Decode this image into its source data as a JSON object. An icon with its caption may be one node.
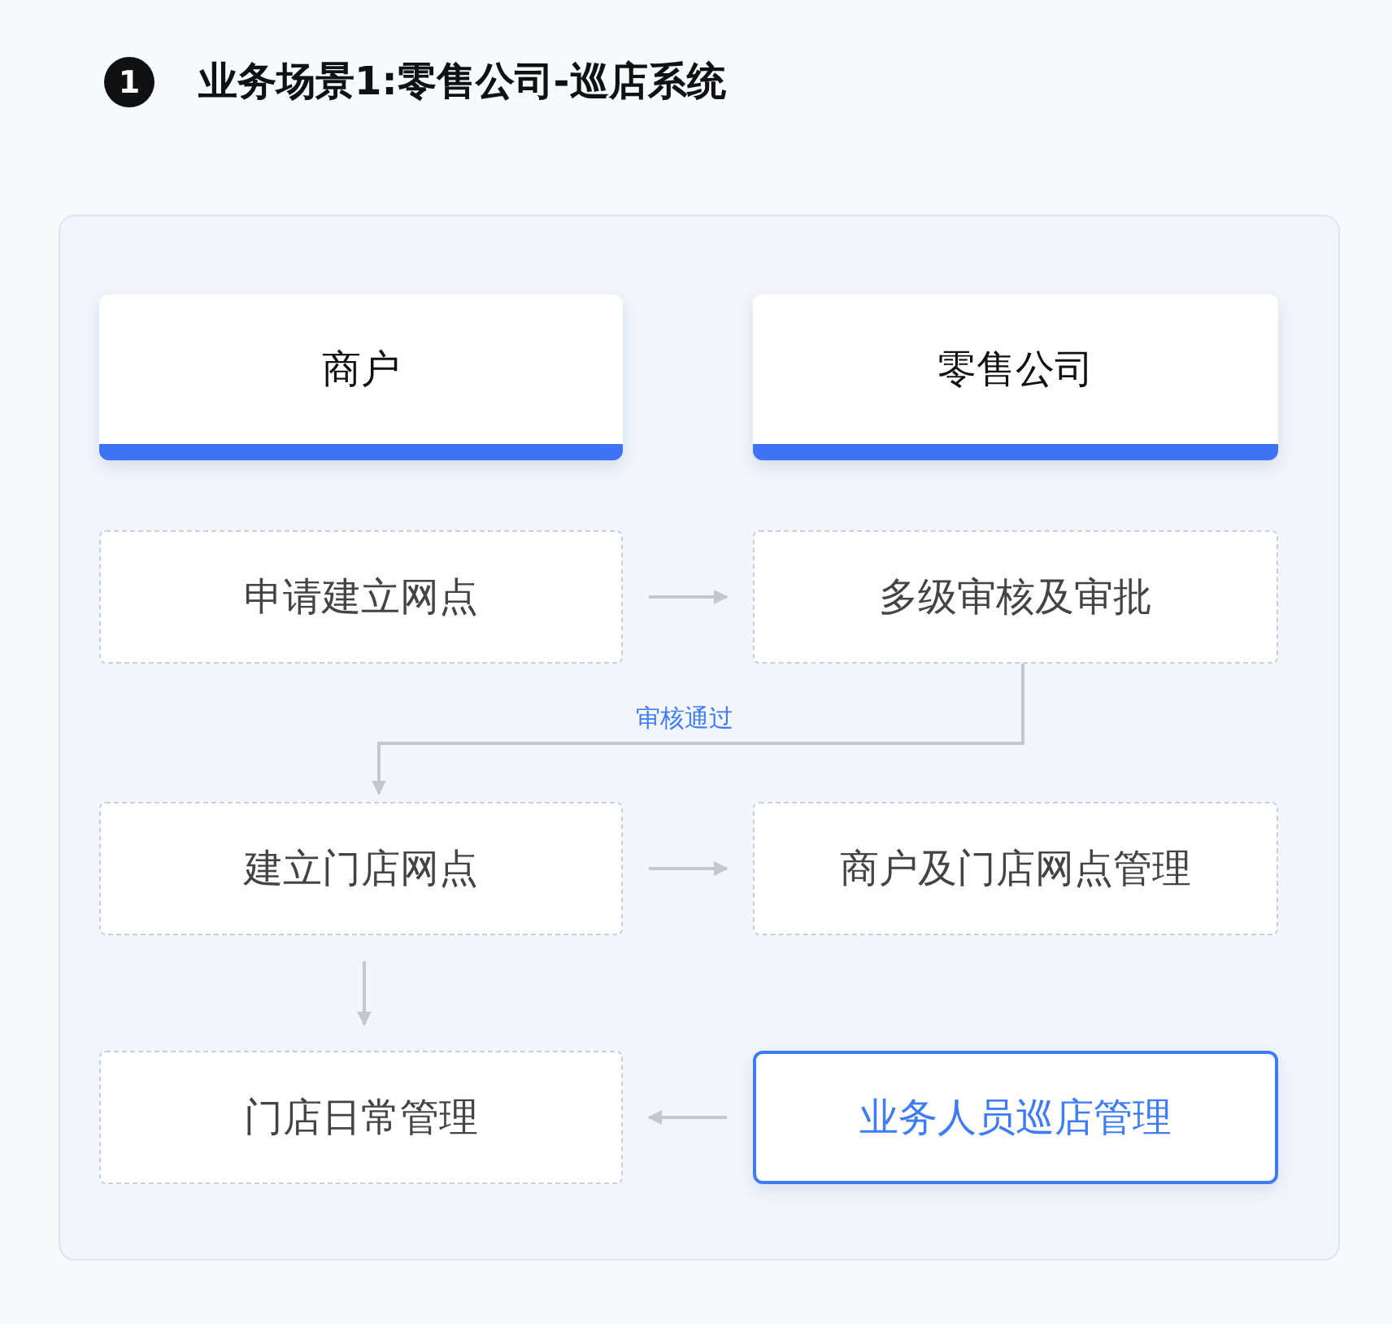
{
  "diagram": {
    "title": "业务场景1:零售公司-巡店系统",
    "nodes": [
      {
        "text": [],
        "shape": "box"
      },
      {
        "text": [
          "商户"
        ],
        "in": 0
      },
      {
        "text": [
          "零售公司"
        ],
        "in": 0
      },
      {
        "text": [
          "申请建立网点"
        ],
        "in": 0
      },
      {
        "text": [
          "多级审核及审批"
        ],
        "in": 0
      },
      {
        "text": [
          "建立门店网点"
        ],
        "in": 0
      },
      {
        "text": [
          "商户及门店网点管理"
        ],
        "in": 0
      },
      {
        "text": [
          "门店日常管理"
        ],
        "in": 0
      },
      {
        "text": [
          "业务人员巡店管理"
        ],
        "in": 0
      }
    ],
    "edges": [
      {
        "from": 3,
        "to": 4,
        "arrow": "to"
      },
      {
        "from": 4,
        "to": 5,
        "arrow": "to",
        "label": "审核通过"
      },
      {
        "from": 5,
        "to": 6,
        "arrow": "to"
      },
      {
        "from": 5,
        "to": 7,
        "arrow": "to"
      },
      {
        "from": 8,
        "to": 7,
        "arrow": "to"
      }
    ],
    "labels": [
      "1"
    ]
  }
}
